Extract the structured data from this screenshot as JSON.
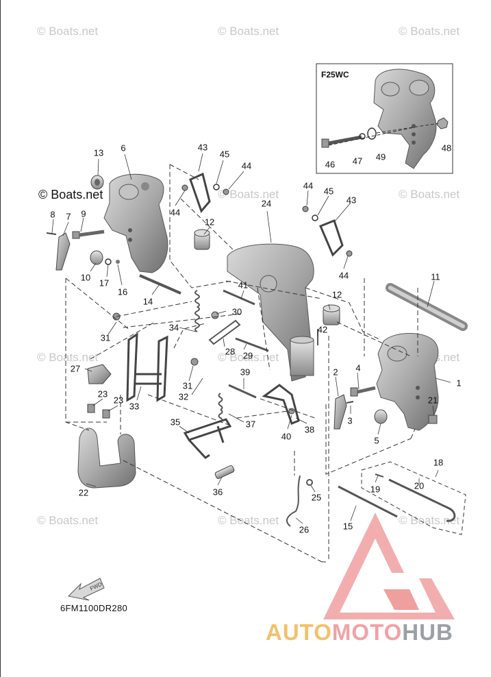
{
  "watermarks": {
    "text": "© Boats.net",
    "main_label": "© Boats.net"
  },
  "inset": {
    "label": "F25WC"
  },
  "diagram_code": "6FM1100DR280",
  "fwd_label": "FWD",
  "brand": {
    "part1": "AUTO",
    "part2": "MOTO",
    "part3": "HUB"
  },
  "callouts": [
    {
      "id": "13",
      "text": "13"
    },
    {
      "id": "6",
      "text": "6"
    },
    {
      "id": "43a",
      "text": "43"
    },
    {
      "id": "45a",
      "text": "45"
    },
    {
      "id": "44a",
      "text": "44"
    },
    {
      "id": "8",
      "text": "8"
    },
    {
      "id": "7",
      "text": "7"
    },
    {
      "id": "9",
      "text": "9"
    },
    {
      "id": "44b",
      "text": "44"
    },
    {
      "id": "12a",
      "text": "12"
    },
    {
      "id": "24",
      "text": "24"
    },
    {
      "id": "44c",
      "text": "44"
    },
    {
      "id": "45b",
      "text": "45"
    },
    {
      "id": "43b",
      "text": "43"
    },
    {
      "id": "10",
      "text": "10"
    },
    {
      "id": "17",
      "text": "17"
    },
    {
      "id": "16",
      "text": "16"
    },
    {
      "id": "14",
      "text": "14"
    },
    {
      "id": "41",
      "text": "41"
    },
    {
      "id": "44d",
      "text": "44"
    },
    {
      "id": "11",
      "text": "11"
    },
    {
      "id": "30",
      "text": "30"
    },
    {
      "id": "12b",
      "text": "12"
    },
    {
      "id": "34",
      "text": "34"
    },
    {
      "id": "42",
      "text": "42"
    },
    {
      "id": "31a",
      "text": "31"
    },
    {
      "id": "28",
      "text": "28"
    },
    {
      "id": "29",
      "text": "29"
    },
    {
      "id": "27",
      "text": "27"
    },
    {
      "id": "2",
      "text": "2"
    },
    {
      "id": "4",
      "text": "4"
    },
    {
      "id": "1",
      "text": "1"
    },
    {
      "id": "39",
      "text": "39"
    },
    {
      "id": "31b",
      "text": "31"
    },
    {
      "id": "32",
      "text": "32"
    },
    {
      "id": "23a",
      "text": "23"
    },
    {
      "id": "23b",
      "text": "23"
    },
    {
      "id": "33",
      "text": "33"
    },
    {
      "id": "3",
      "text": "3"
    },
    {
      "id": "21",
      "text": "21"
    },
    {
      "id": "35",
      "text": "35"
    },
    {
      "id": "37",
      "text": "37"
    },
    {
      "id": "38",
      "text": "38"
    },
    {
      "id": "5",
      "text": "5"
    },
    {
      "id": "40",
      "text": "40"
    },
    {
      "id": "18",
      "text": "18"
    },
    {
      "id": "19",
      "text": "19"
    },
    {
      "id": "20",
      "text": "20"
    },
    {
      "id": "22",
      "text": "22"
    },
    {
      "id": "36",
      "text": "36"
    },
    {
      "id": "25",
      "text": "25"
    },
    {
      "id": "15",
      "text": "15"
    },
    {
      "id": "26",
      "text": "26"
    },
    {
      "id": "46",
      "text": "46"
    },
    {
      "id": "47",
      "text": "47"
    },
    {
      "id": "49",
      "text": "49"
    },
    {
      "id": "48",
      "text": "48"
    }
  ]
}
